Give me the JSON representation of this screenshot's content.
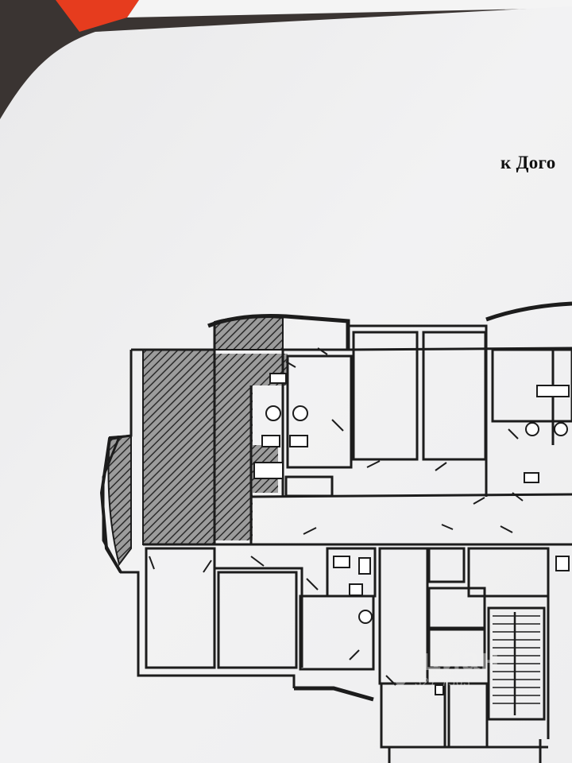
{
  "document": {
    "heading": "к Дого"
  },
  "watermark": {
    "brand": "циан",
    "code": "327 7563"
  },
  "colors": {
    "paper": "#f1f1f2",
    "ink": "#1c1c1c",
    "background": "#3a3432",
    "accent_red": "#e63c1e"
  }
}
